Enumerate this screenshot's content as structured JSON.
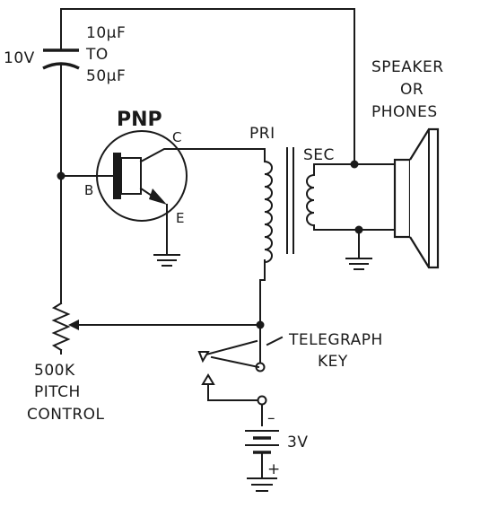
{
  "capacitor": {
    "voltage": "10V",
    "value_line1": "10μF",
    "value_line2": "TO",
    "value_line3": "50μF"
  },
  "transistor": {
    "type": "PNP",
    "collector": "C",
    "base": "B",
    "emitter": "E"
  },
  "transformer": {
    "primary": "PRI",
    "secondary": "SEC"
  },
  "speaker": {
    "line1": "SPEAKER",
    "line2": "OR",
    "line3": "PHONES"
  },
  "potentiometer": {
    "line1": "500K",
    "line2": "PITCH",
    "line3": "CONTROL"
  },
  "key": {
    "line1": "TELEGRAPH",
    "line2": "KEY"
  },
  "battery": {
    "voltage": "3V",
    "negative": "–",
    "positive": "+"
  }
}
